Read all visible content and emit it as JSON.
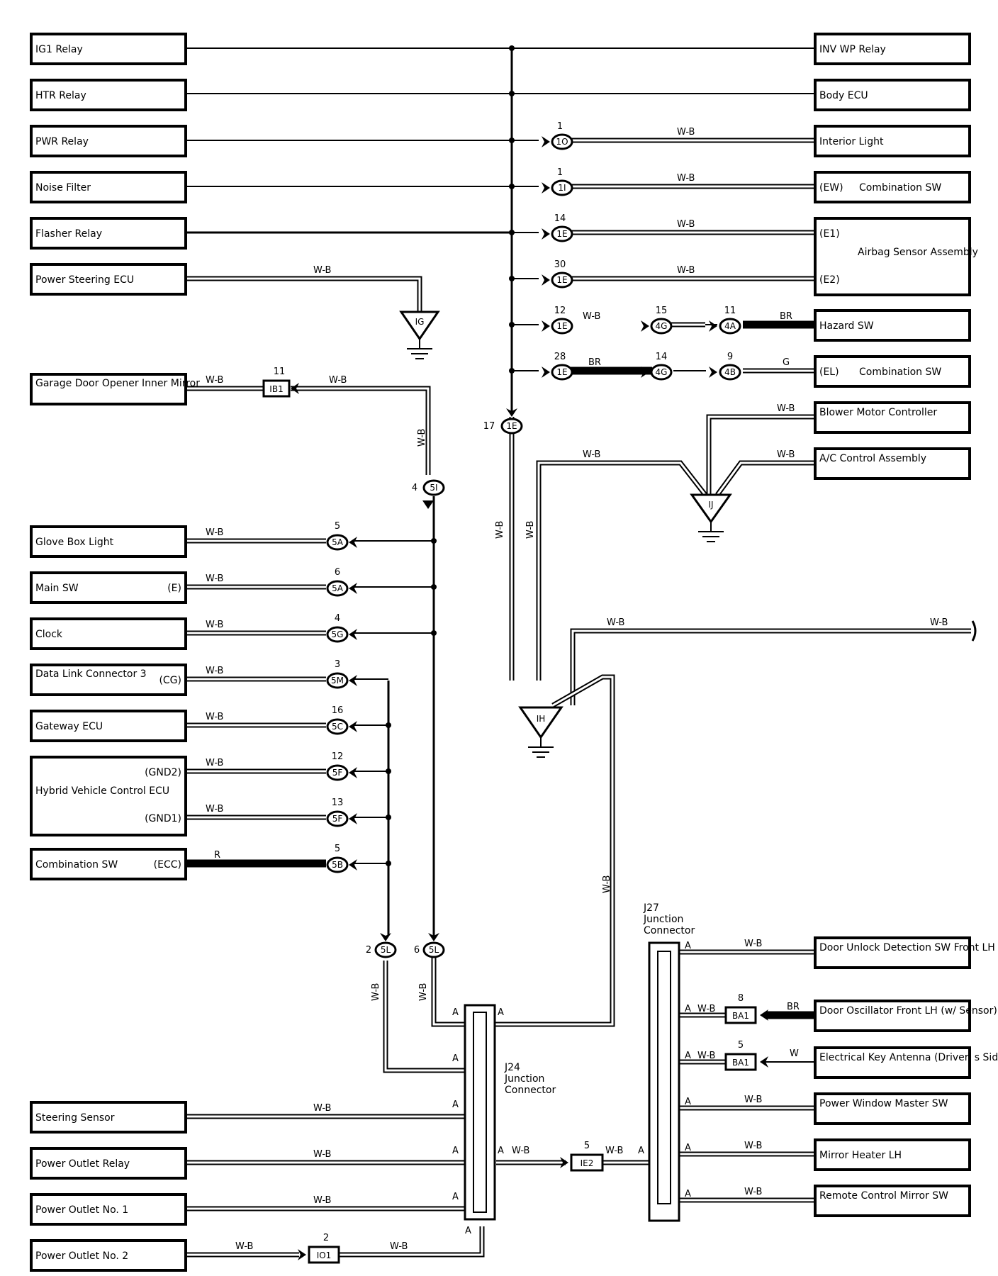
{
  "diagram": {
    "left_components": [
      {
        "id": "ig1",
        "label": "IG1 Relay"
      },
      {
        "id": "htr",
        "label": "HTR Relay"
      },
      {
        "id": "pwr",
        "label": "PWR Relay"
      },
      {
        "id": "nf",
        "label": "Noise Filter"
      },
      {
        "id": "fr",
        "label": "Flasher Relay"
      },
      {
        "id": "ps",
        "label": "Power Steering ECU"
      },
      {
        "id": "gdo",
        "label": "Garage Door Opener Inner Mirror"
      },
      {
        "id": "gbl",
        "label": "Glove Box Light"
      },
      {
        "id": "msw",
        "label": "Main SW",
        "terminal": "(E)"
      },
      {
        "id": "clk",
        "label": "Clock"
      },
      {
        "id": "dlc",
        "label": "Data Link Connector 3",
        "terminal": "(CG)"
      },
      {
        "id": "gw",
        "label": "Gateway ECU"
      },
      {
        "id": "hv",
        "label": "Hybrid Vehicle Control ECU",
        "terminal1": "(GND2)",
        "terminal2": "(GND1)"
      },
      {
        "id": "csl",
        "label": "Combination SW",
        "terminal": "(ECC)"
      },
      {
        "id": "ss",
        "label": "Steering Sensor"
      },
      {
        "id": "por",
        "label": "Power Outlet Relay"
      },
      {
        "id": "po1",
        "label": "Power Outlet No. 1"
      },
      {
        "id": "po2",
        "label": "Power Outlet No. 2"
      }
    ],
    "right_components": [
      {
        "id": "inv",
        "label": "INV WP Relay"
      },
      {
        "id": "body",
        "label": "Body ECU"
      },
      {
        "id": "il",
        "label": "Interior Light"
      },
      {
        "id": "cew",
        "label": "Combination SW",
        "terminal": "(EW)"
      },
      {
        "id": "air",
        "label": "Airbag Sensor Assembly",
        "terminal1": "(E1)",
        "terminal2": "(E2)"
      },
      {
        "id": "haz",
        "label": "Hazard SW"
      },
      {
        "id": "cel",
        "label": "Combination SW",
        "terminal": "(EL)"
      },
      {
        "id": "bmc",
        "label": "Blower Motor Controller"
      },
      {
        "id": "ac",
        "label": "A/C Control Assembly"
      },
      {
        "id": "dud",
        "label": "Door Unlock Detection SW Front LH"
      },
      {
        "id": "dof",
        "label": "Door Oscillator Front LH (w/ Sensor)"
      },
      {
        "id": "eka",
        "label": "Electrical Key Antenna (Driver' s Side)"
      },
      {
        "id": "pwm",
        "label": "Power Window Master SW"
      },
      {
        "id": "mhl",
        "label": "Mirror Heater LH"
      },
      {
        "id": "rcm",
        "label": "Remote Control Mirror SW"
      }
    ],
    "connectors": [
      {
        "id": "c_il",
        "name": "1O",
        "pin": "1"
      },
      {
        "id": "c_cew",
        "name": "1I",
        "pin": "1"
      },
      {
        "id": "c_e1",
        "name": "1E",
        "pin": "14"
      },
      {
        "id": "c_e2",
        "name": "1E",
        "pin": "30"
      },
      {
        "id": "c_hz1",
        "name": "1E",
        "pin": "12"
      },
      {
        "id": "c_hz2",
        "name": "4G",
        "pin": "15"
      },
      {
        "id": "c_hz3",
        "name": "4A",
        "pin": "11"
      },
      {
        "id": "c_el1",
        "name": "1E",
        "pin": "28"
      },
      {
        "id": "c_el2",
        "name": "4G",
        "pin": "14"
      },
      {
        "id": "c_el3",
        "name": "4B",
        "pin": "9"
      },
      {
        "id": "c_1e17",
        "name": "1E",
        "pin": "17"
      },
      {
        "id": "c_ib1",
        "name": "IB1",
        "pin": "11"
      },
      {
        "id": "c_5i",
        "name": "5I",
        "pin": "4"
      },
      {
        "id": "c_gbl",
        "name": "5A",
        "pin": "5"
      },
      {
        "id": "c_msw",
        "name": "5A",
        "pin": "6"
      },
      {
        "id": "c_clk",
        "name": "5G",
        "pin": "4"
      },
      {
        "id": "c_dlc",
        "name": "5M",
        "pin": "3"
      },
      {
        "id": "c_gw",
        "name": "5C",
        "pin": "16"
      },
      {
        "id": "c_hv2",
        "name": "5F",
        "pin": "12"
      },
      {
        "id": "c_hv1",
        "name": "5F",
        "pin": "13"
      },
      {
        "id": "c_csl",
        "name": "5B",
        "pin": "5"
      },
      {
        "id": "c_5l2",
        "name": "5L",
        "pin": "2"
      },
      {
        "id": "c_5l6",
        "name": "5L",
        "pin": "6"
      },
      {
        "id": "c_ie2",
        "name": "IE2",
        "pin": "5"
      },
      {
        "id": "c_io1",
        "name": "IO1",
        "pin": "2"
      },
      {
        "id": "c_ba1a",
        "name": "BA1",
        "pin": "8"
      },
      {
        "id": "c_ba1b",
        "name": "BA1",
        "pin": "5"
      }
    ],
    "grounds": [
      {
        "id": "g_ig",
        "name": "IG"
      },
      {
        "id": "g_ij",
        "name": "IJ"
      },
      {
        "id": "g_ih",
        "name": "IH"
      }
    ],
    "junctions": {
      "j24": {
        "l1": "J24",
        "l2": "Junction",
        "l3": "Connector"
      },
      "j27": {
        "l1": "J27",
        "l2": "Junction",
        "l3": "Connector"
      },
      "term": "A"
    },
    "wire_colors": {
      "wb": "W-B",
      "br": "BR",
      "g": "G",
      "r": "R",
      "w": "W"
    }
  }
}
